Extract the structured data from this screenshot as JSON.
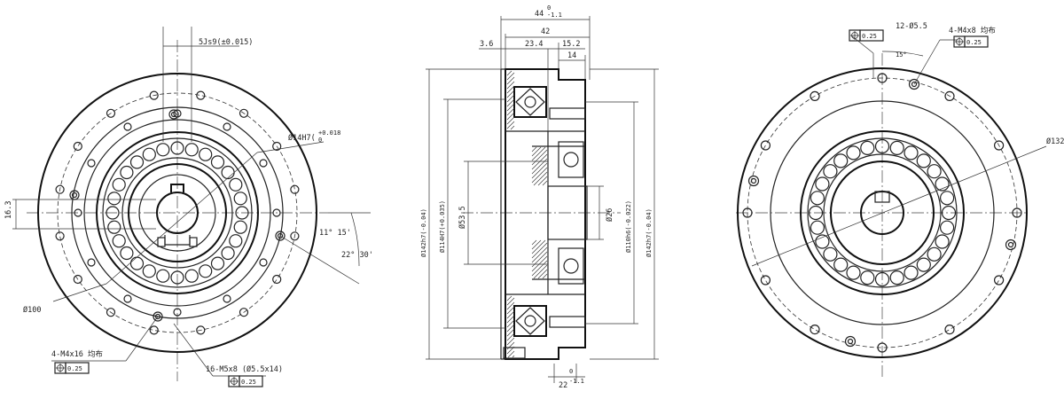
{
  "left_view": {
    "keyway_tolerance": "5Js9(±0.015)",
    "bore_h7_label": "Ø14H7(",
    "bore_h7_dev_top": "+0.018",
    "bore_h7_dev_bot": "0",
    "dim_16_3": "16.3",
    "pcd_100": "Ø100",
    "angle_11_15": "11° 15'",
    "angle_22_30": "22° 30'",
    "callout_4_m4x16": "4-M4x16 均布",
    "position_tol_1": "0.25",
    "callout_16_m5x8": "16-M5x8 (Ø5.5x14)",
    "position_tol_2": "0.25"
  },
  "section_view": {
    "dim_44": "44",
    "dim_44_tol_top": "0",
    "dim_44_tol_bot": "-1.1",
    "dim_42": "42",
    "dim_3_6": "3.6",
    "dim_23_4": "23.4",
    "dim_15_2": "15.2",
    "dim_14": "14",
    "dia_142_h7_a": "Ø142h7(-0.04)",
    "dia_114_h7": "Ø114H7(+0.035)",
    "dia_53_5": "Ø53.5",
    "dia_26": "Ø26",
    "dia_110_h6": "Ø110h6(-0.022)",
    "dia_142_h7_b": "Ø142h7(-0.04)",
    "dim_22": "22",
    "dim_22_tol_top": "0",
    "dim_22_tol_bot": "-1.1"
  },
  "right_view": {
    "callout_12_holes": "12-Ø5.5",
    "position_tol_3": "0.25",
    "callout_4_m4x8": "4-M4x8 均布",
    "position_tol_4": "0.25",
    "angle_15": "15°",
    "pcd_132": "Ø132"
  }
}
